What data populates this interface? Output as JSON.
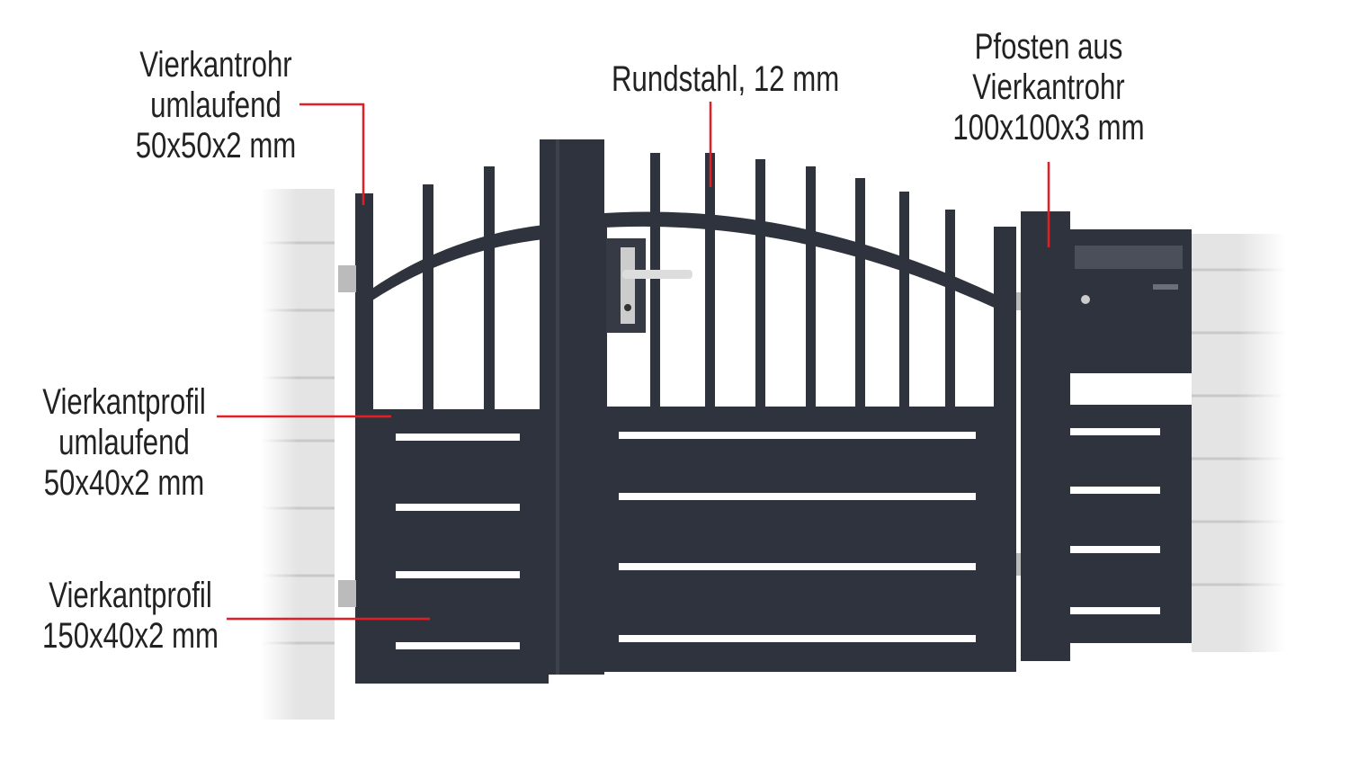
{
  "colors": {
    "gate": "#2f333d",
    "leader": "#e31e24",
    "brick": "#e6e6e6"
  },
  "labels": {
    "frame": {
      "lines": [
        "Vierkantrohr",
        "umlaufend",
        "50x50x2 mm"
      ]
    },
    "bars": {
      "lines": [
        "Rundstahl, 12 mm"
      ]
    },
    "post": {
      "lines": [
        "Pfosten aus",
        "Vierkantrohr",
        "100x100x3 mm"
      ]
    },
    "profile_frame": {
      "lines": [
        "Vierkantprofil",
        "umlaufend",
        "50x40x2 mm"
      ]
    },
    "profile_panel": {
      "lines": [
        "Vierkantprofil",
        "150x40x2 mm"
      ]
    }
  }
}
